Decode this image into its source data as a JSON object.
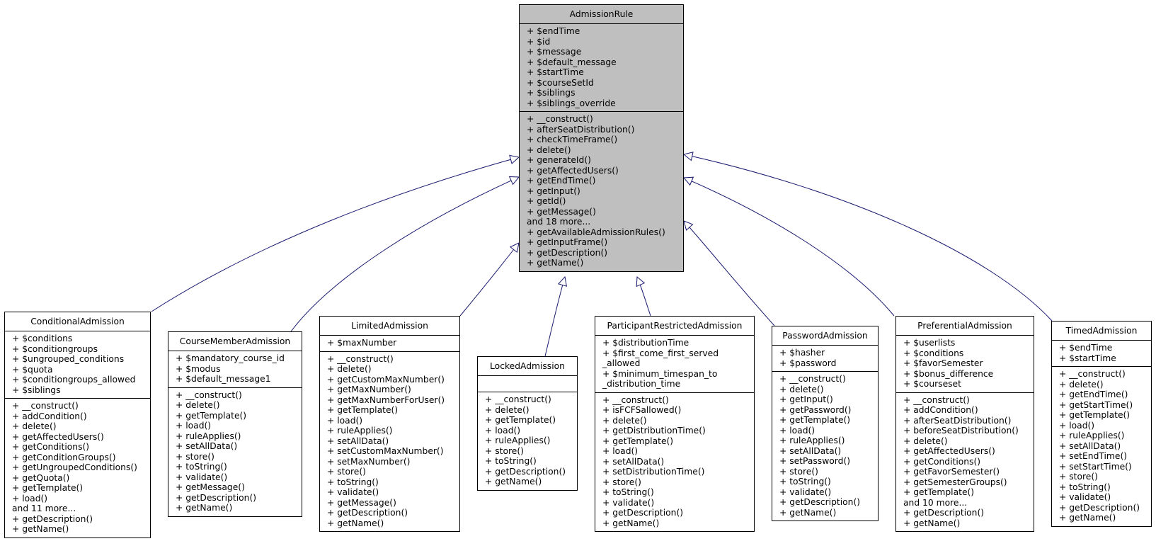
{
  "colors": {
    "edge": "#191970",
    "base_fill": "#bfbfbf",
    "box_fill": "#ffffff",
    "border": "#000000"
  },
  "base": {
    "name": "AdmissionRule",
    "attributes": [
      "+ $endTime",
      "+ $id",
      "+ $message",
      "+ $default_message",
      "+ $startTime",
      "+ $courseSetId",
      "+ $siblings",
      "+ $siblings_override"
    ],
    "methods": [
      "+ __construct()",
      "+ afterSeatDistribution()",
      "+ checkTimeFrame()",
      "+ delete()",
      "+ generateId()",
      "+ getAffectedUsers()",
      "+ getEndTime()",
      "+ getInput()",
      "+ getId()",
      "+ getMessage()",
      "and 18 more...",
      "+ getAvailableAdmissionRules()",
      "+ getInputFrame()",
      "+ getDescription()",
      "+ getName()"
    ]
  },
  "subclasses": [
    {
      "name": "ConditionalAdmission",
      "attributes": [
        "+ $conditions",
        "+ $conditiongroups",
        "+ $ungrouped_conditions",
        "+ $quota",
        "+ $conditiongroups_allowed",
        "+ $siblings"
      ],
      "methods": [
        "+ __construct()",
        "+ addCondition()",
        "+ delete()",
        "+ getAffectedUsers()",
        "+ getConditions()",
        "+ getConditionGroups()",
        "+ getUngroupedConditions()",
        "+ getQuota()",
        "+ getTemplate()",
        "+ load()",
        "and 11 more...",
        "+ getDescription()",
        "+ getName()"
      ]
    },
    {
      "name": "CourseMemberAdmission",
      "attributes": [
        "+ $mandatory_course_id",
        "+ $modus",
        "+ $default_message1"
      ],
      "methods": [
        "+ __construct()",
        "+ delete()",
        "+ getTemplate()",
        "+ load()",
        "+ ruleApplies()",
        "+ setAllData()",
        "+ store()",
        "+ toString()",
        "+ validate()",
        "+ getMessage()",
        "+ getDescription()",
        "+ getName()"
      ]
    },
    {
      "name": "LimitedAdmission",
      "attributes": [
        "+ $maxNumber"
      ],
      "methods": [
        "+ __construct()",
        "+ delete()",
        "+ getCustomMaxNumber()",
        "+ getMaxNumber()",
        "+ getMaxNumberForUser()",
        "+ getTemplate()",
        "+ load()",
        "+ ruleApplies()",
        "+ setAllData()",
        "+ setCustomMaxNumber()",
        "+ setMaxNumber()",
        "+ store()",
        "+ toString()",
        "+ validate()",
        "+ getMessage()",
        "+ getDescription()",
        "+ getName()"
      ]
    },
    {
      "name": "LockedAdmission",
      "attributes": [],
      "methods": [
        "+ __construct()",
        "+ delete()",
        "+ getTemplate()",
        "+ load()",
        "+ ruleApplies()",
        "+ store()",
        "+ toString()",
        "+ getDescription()",
        "+ getName()"
      ]
    },
    {
      "name": "ParticipantRestrictedAdmission",
      "attributes": [
        "+ $distributionTime",
        "+ $first_come_first_served\n_allowed",
        "+ $minimum_timespan_to\n_distribution_time"
      ],
      "methods": [
        "+ __construct()",
        "+ isFCFSallowed()",
        "+ delete()",
        "+ getDistributionTime()",
        "+ getTemplate()",
        "+ load()",
        "+ setAllData()",
        "+ setDistributionTime()",
        "+ store()",
        "+ toString()",
        "+ validate()",
        "+ getDescription()",
        "+ getName()"
      ]
    },
    {
      "name": "PasswordAdmission",
      "attributes": [
        "+ $hasher",
        "+ $password"
      ],
      "methods": [
        "+ __construct()",
        "+ delete()",
        "+ getInput()",
        "+ getPassword()",
        "+ getTemplate()",
        "+ load()",
        "+ ruleApplies()",
        "+ setAllData()",
        "+ setPassword()",
        "+ store()",
        "+ toString()",
        "+ validate()",
        "+ getDescription()",
        "+ getName()"
      ]
    },
    {
      "name": "PreferentialAdmission",
      "attributes": [
        "+ $userlists",
        "+ $conditions",
        "+ $favorSemester",
        "+ $bonus_difference",
        "+ $courseset"
      ],
      "methods": [
        "+ __construct()",
        "+ addCondition()",
        "+ afterSeatDistribution()",
        "+ beforeSeatDistribution()",
        "+ delete()",
        "+ getAffectedUsers()",
        "+ getConditions()",
        "+ getFavorSemester()",
        "+ getSemesterGroups()",
        "+ getTemplate()",
        "and 10 more...",
        "+ getDescription()",
        "+ getName()"
      ]
    },
    {
      "name": "TimedAdmission",
      "attributes": [
        "+ $endTime",
        "+ $startTime"
      ],
      "methods": [
        "+ __construct()",
        "+ delete()",
        "+ getEndTime()",
        "+ getStartTime()",
        "+ getTemplate()",
        "+ load()",
        "+ ruleApplies()",
        "+ setAllData()",
        "+ setEndTime()",
        "+ setStartTime()",
        "+ store()",
        "+ toString()",
        "+ validate()",
        "+ getDescription()",
        "+ getName()"
      ]
    }
  ]
}
